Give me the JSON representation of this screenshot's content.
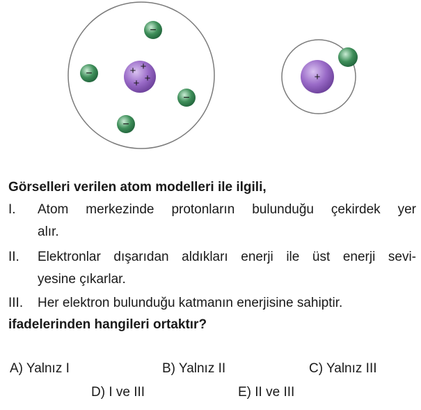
{
  "figure": {
    "thomson_model": {
      "nucleus_signs": [
        "+",
        "+",
        "+",
        "+"
      ],
      "electron_sign": "−",
      "electron_count": 4
    },
    "bohr_model": {
      "nucleus_sign": "+",
      "electron_count": 1
    },
    "colors": {
      "nucleus": "#9a6bc8",
      "electron": "#3f8f5a",
      "orbit": "#7a7a7a"
    }
  },
  "question": {
    "stem": "Görselleri verilen atom modelleri ile ilgili,",
    "statements": [
      {
        "num": "I.",
        "line1": "Atom merkezinde protonların bulunduğu çekirdek yer",
        "line2": "alır."
      },
      {
        "num": "II.",
        "line1": "Elektronlar dışarıdan aldıkları enerji ile üst enerji sevi-",
        "line2": "yesine çıkarlar."
      },
      {
        "num": "III.",
        "line1": "Her elektron bulunduğu katmanın enerjisine sahiptir.",
        "line2": ""
      }
    ],
    "prompt": "ifadelerinden hangileri ortaktır?"
  },
  "options": [
    {
      "label": "A) Yalnız I"
    },
    {
      "label": "B) Yalnız II"
    },
    {
      "label": "C) Yalnız III"
    },
    {
      "label": "D) I ve III"
    },
    {
      "label": "E) II ve III"
    }
  ]
}
